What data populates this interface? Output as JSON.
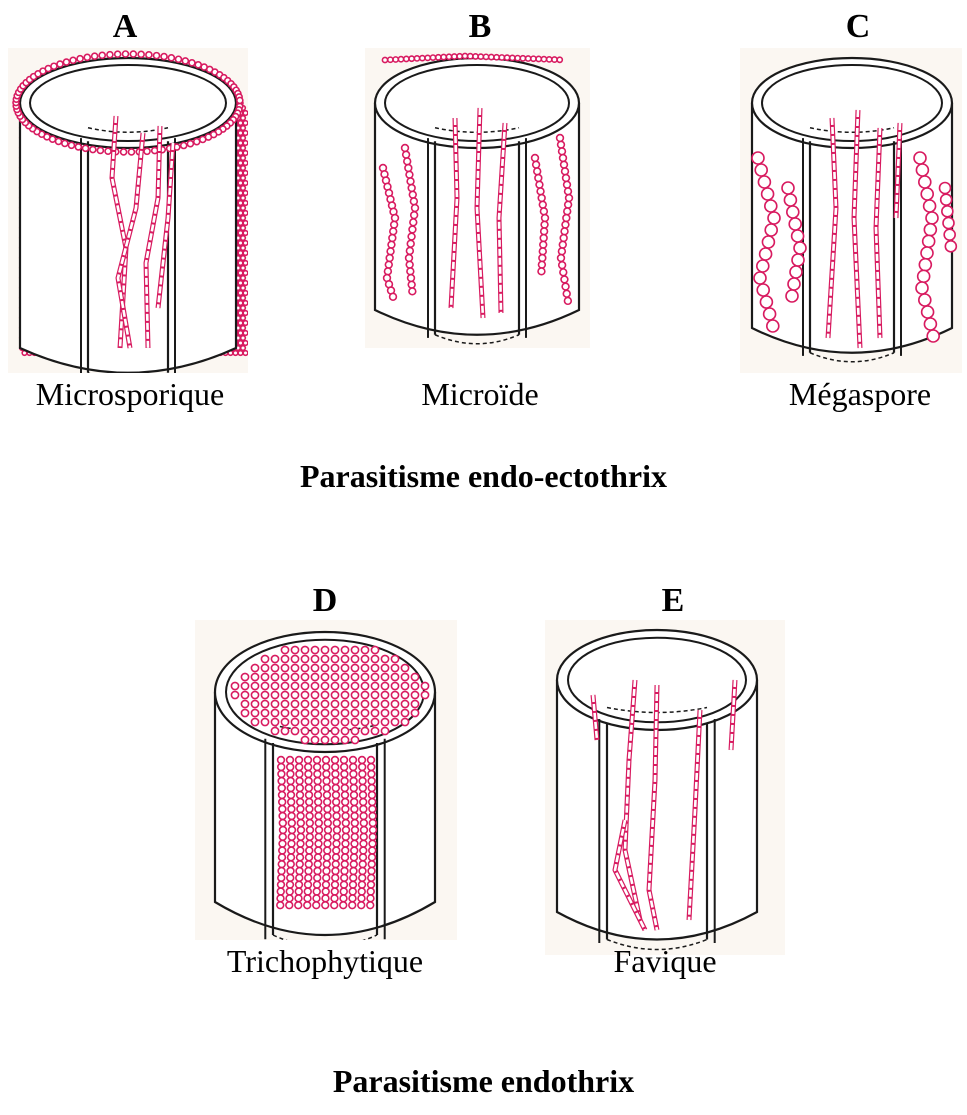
{
  "colors": {
    "fungus": "#d81b60",
    "outline": "#1a1a1a",
    "paper": "#fbf7f2"
  },
  "panels": [
    {
      "letter": "A",
      "caption": "Microsporique"
    },
    {
      "letter": "B",
      "caption": "Microïde"
    },
    {
      "letter": "C",
      "caption": "Mégaspore"
    },
    {
      "letter": "D",
      "caption": "Trichophytique"
    },
    {
      "letter": "E",
      "caption": "Favique"
    }
  ],
  "sections": {
    "top": "Parasitisme endo-ectothrix",
    "bottom": "Parasitisme endothrix"
  }
}
